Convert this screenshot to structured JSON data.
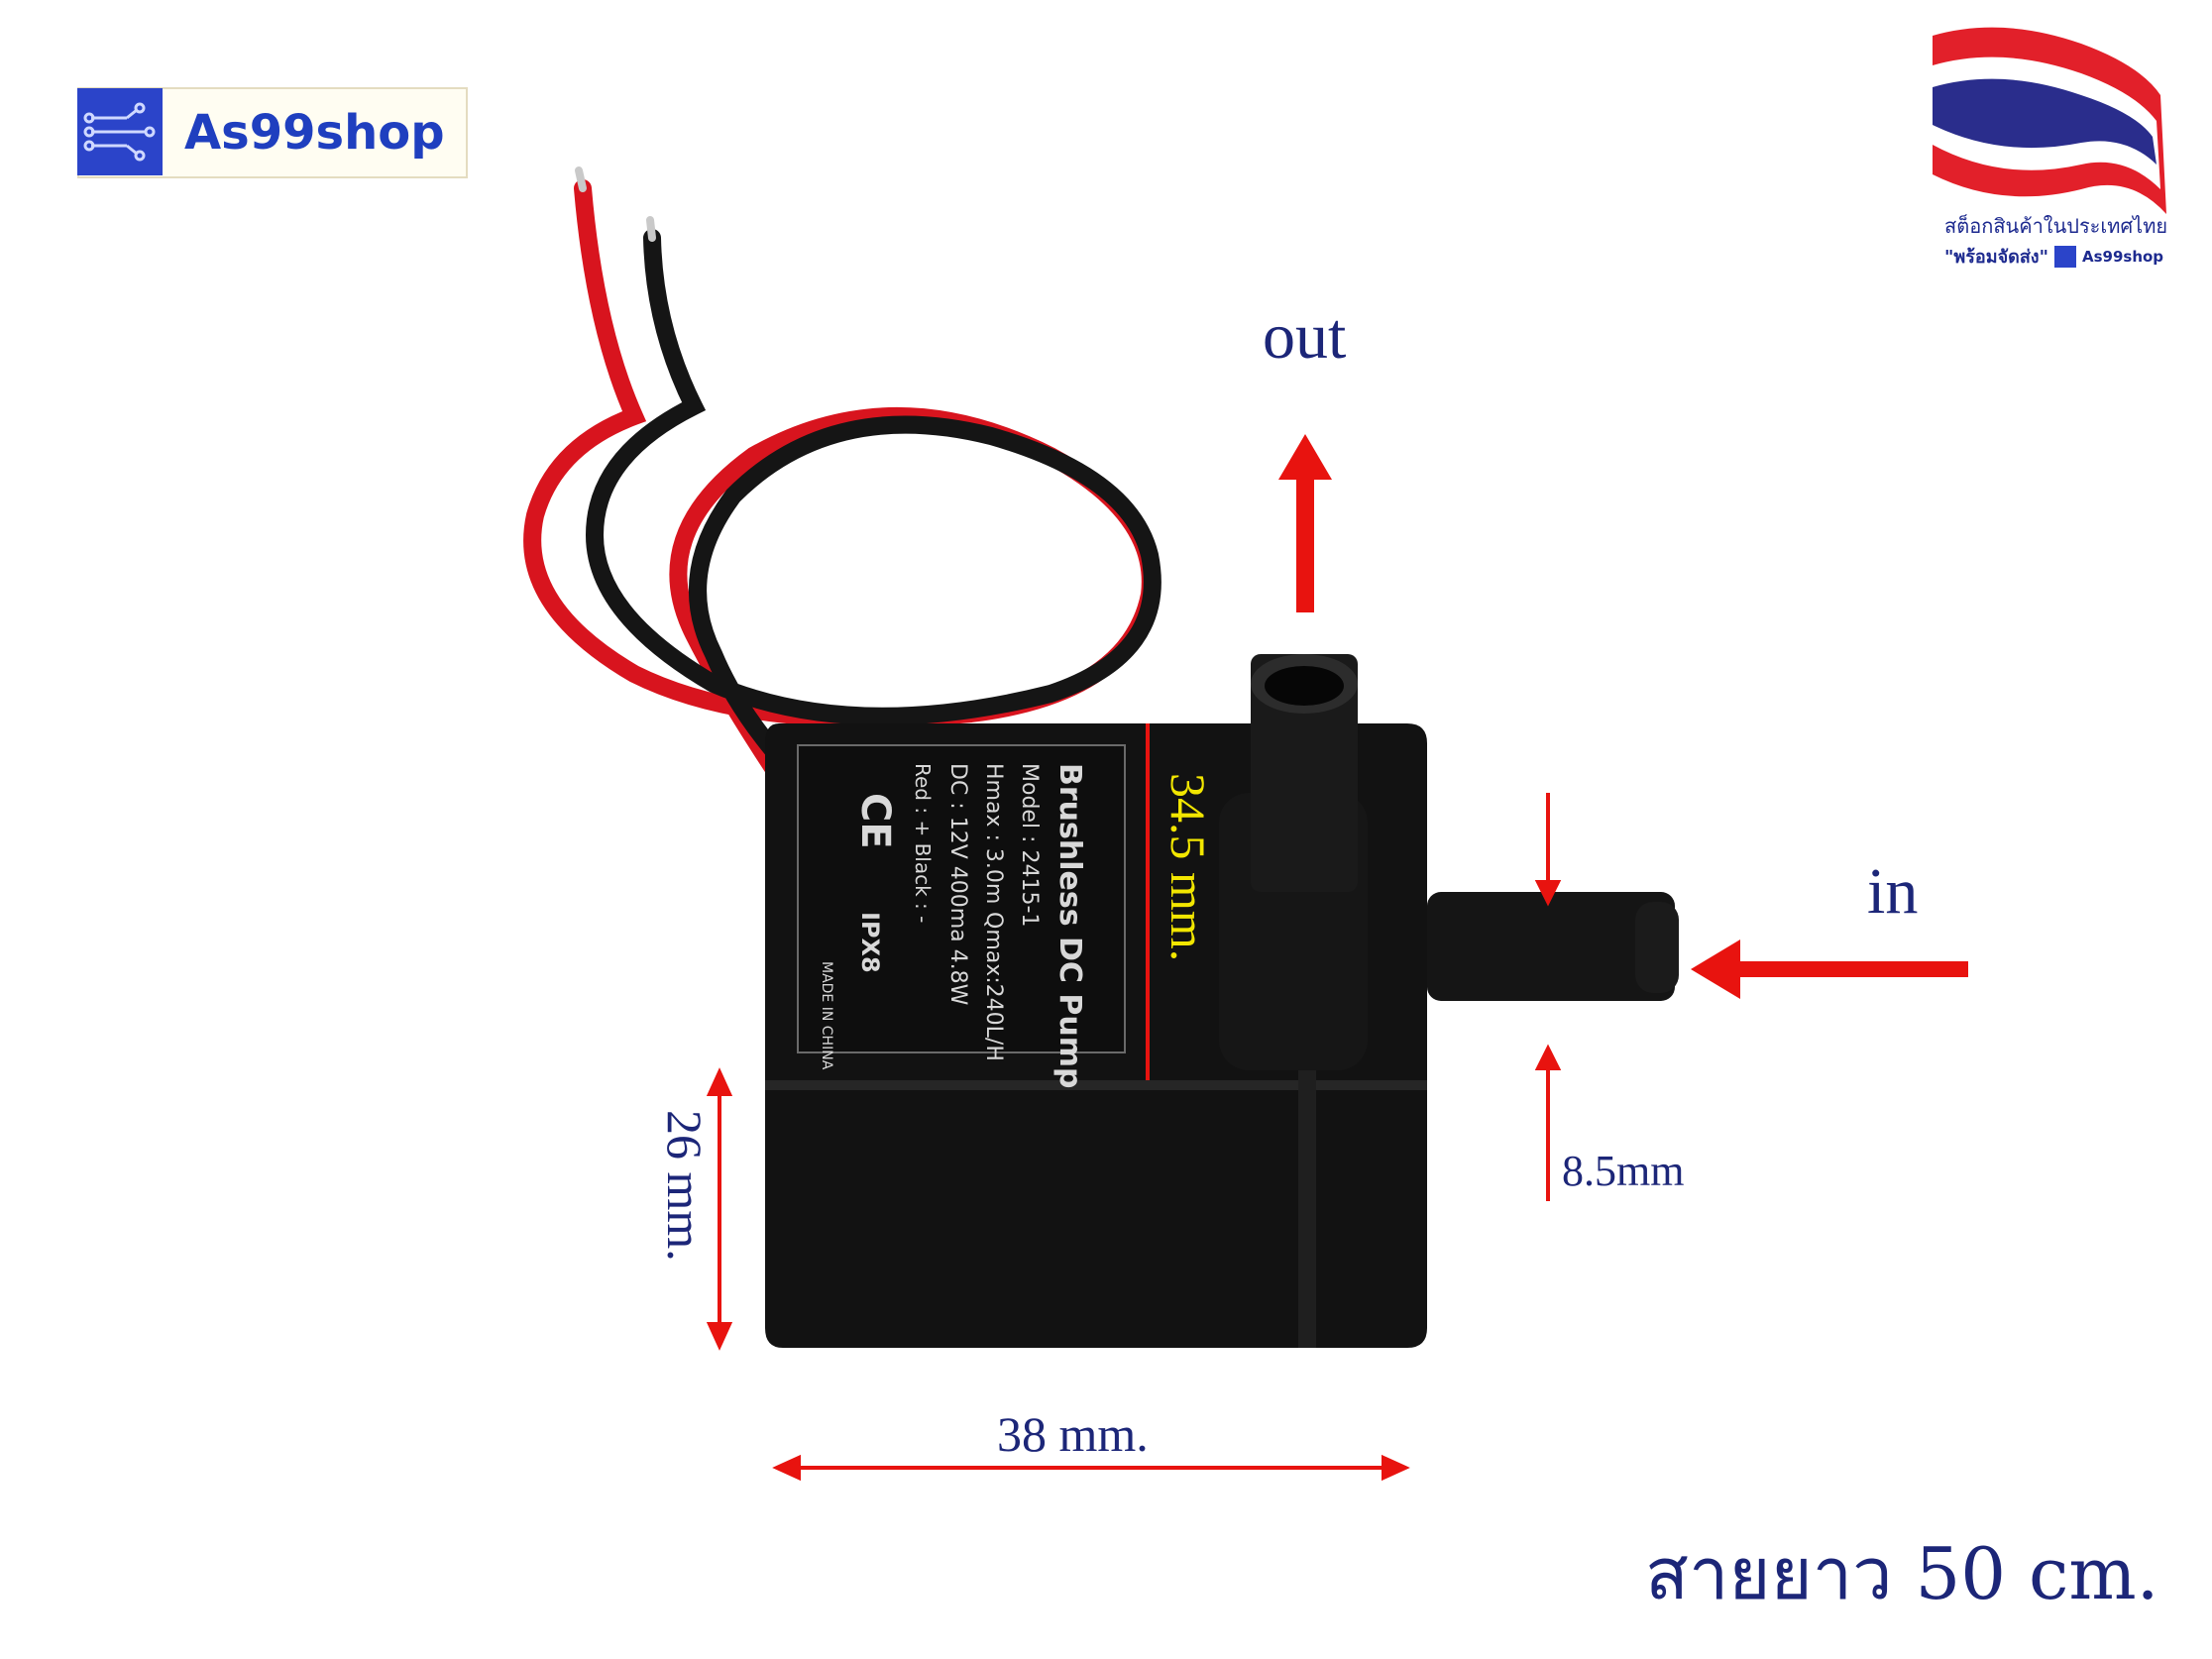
{
  "logo": {
    "brand": "As99shop"
  },
  "badge": {
    "line1": "สต็อกสินค้าในประเทศไทย",
    "line2": "\"พร้อมจัดส่ง\"",
    "brand_small": "As99shop"
  },
  "pump_label": {
    "title": "Brushless DC Pump",
    "model": "Model : 2415-1",
    "hmax": "Hmax : 3.0m",
    "qmax": "Qmax:240L/H",
    "dc": "DC : 12V 400ma 4.8W",
    "wires": "Red : +     Black : -",
    "ce": "CE",
    "ipx": "IPX8",
    "made_in": "MADE IN CHINA"
  },
  "annotations": {
    "out": "out",
    "in": "in",
    "height_total": "34.5 mm.",
    "height_body": "26 mm.",
    "width": "38 mm.",
    "inlet_diameter": "8.5mm",
    "cable_length": "สายยาว  50 cm."
  },
  "colors": {
    "arrow": "#e8130f",
    "text": "#1c2678",
    "highlight": "#f2e600",
    "pump_body": "#121212"
  }
}
